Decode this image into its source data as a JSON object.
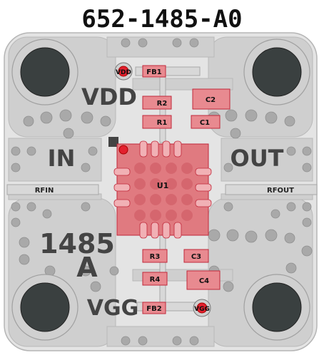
{
  "board": {
    "part_number": "652-1485-A0",
    "part_short": "1485",
    "revision": "A"
  },
  "silkscreen": {
    "vdd": "VDD",
    "vgg": "VGG",
    "in": "IN",
    "out": "OUT"
  },
  "ports": {
    "rf_in": "RFIN",
    "rf_out": "RFOUT"
  },
  "components": {
    "u1": "U1",
    "fb1": "FB1",
    "fb2": "FB2",
    "r1": "R1",
    "r2": "R2",
    "r3": "R3",
    "r4": "R4",
    "c1": "C1",
    "c2": "C2",
    "c3": "C3",
    "c4": "C4",
    "vdd_pad": "VDD",
    "vgg_pad": "VGG"
  },
  "colors": {
    "board": "#e4e4e4",
    "copper": "#c9c9c9",
    "via": "#a9a9a9",
    "hole": "#3a4040",
    "component": "#e07a80",
    "component_border": "#c0283a",
    "silk": "#444444",
    "pin1": "#e3202e"
  }
}
